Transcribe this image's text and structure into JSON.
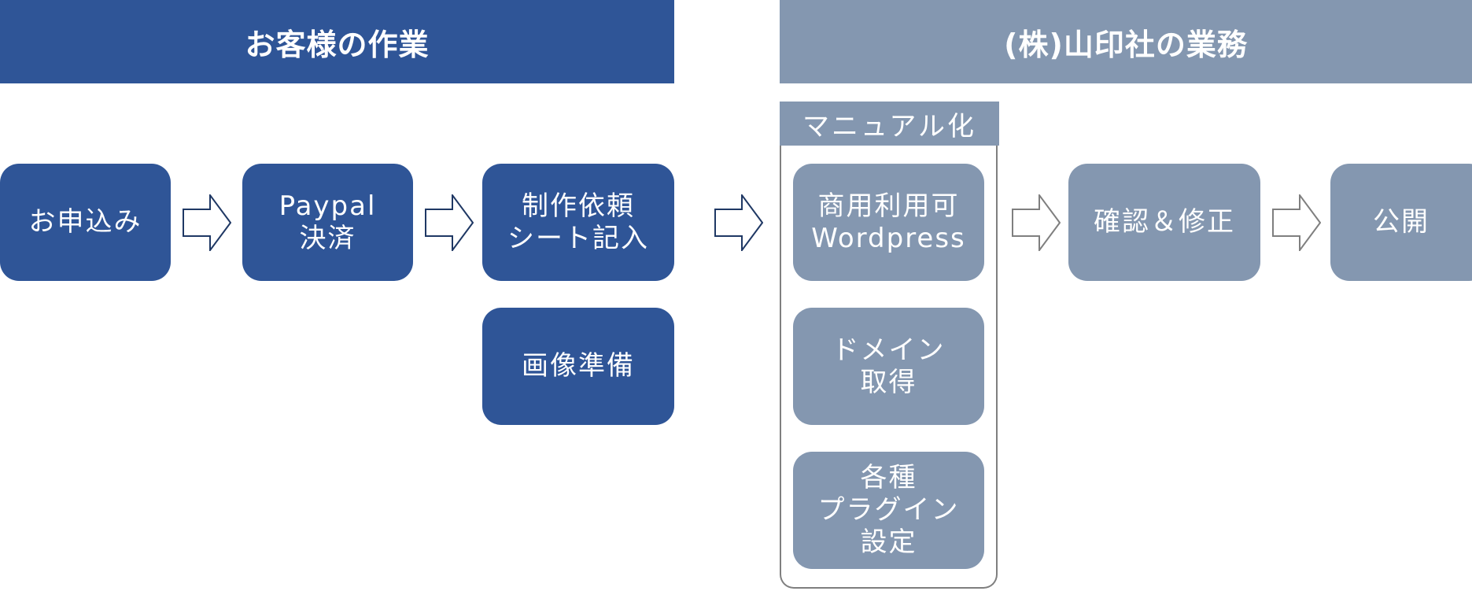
{
  "headers": {
    "customer": "お客様の作業",
    "company": "(株)山印社の業務"
  },
  "colors": {
    "customer_accent": "#2f5597",
    "company_accent": "#8497b0",
    "container_border": "#7f7f7f"
  },
  "customer_steps": {
    "apply": "お申込み",
    "payment": "Paypal\n決済",
    "request_sheet": "制作依頼\nシート記入",
    "images": "画像準備"
  },
  "company_steps": {
    "manual_label": "マニュアル化",
    "wordpress": "商用利用可\nWordpress",
    "domain": "ドメイン\n取得",
    "plugins": "各種\nプラグイン\n設定",
    "review": "確認＆修正",
    "publish": "公開"
  },
  "icons": {
    "arrow": "right-block-arrow"
  }
}
